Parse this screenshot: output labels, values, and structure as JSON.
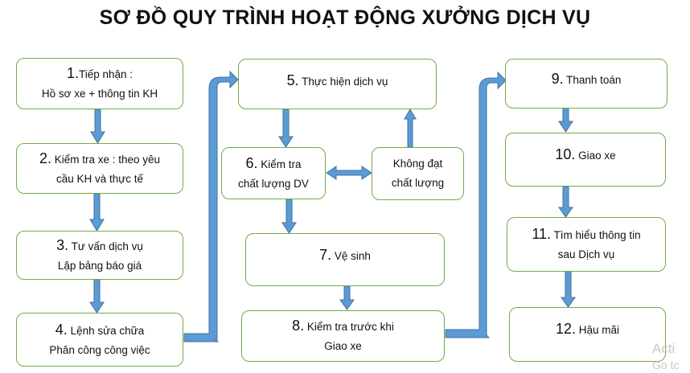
{
  "title": "SƠ ĐỒ QUY TRÌNH HOẠT ĐỘNG XƯỞNG DỊCH VỤ",
  "steps": [
    {
      "num": "1.",
      "line1": "Tiếp nhận :",
      "line2": "Hồ sơ xe + thông tin KH"
    },
    {
      "num": "2.",
      "line1": " Kiểm tra xe : theo yêu",
      "line2": "cầu KH và thực tế"
    },
    {
      "num": "3.",
      "line1": " Tư vấn dịch vụ",
      "line2": "Lập bảng báo giá"
    },
    {
      "num": "4.",
      "line1": " Lệnh sửa chữa",
      "line2": "Phân công công việc"
    },
    {
      "num": "5.",
      "line1": " Thực hiện dịch vụ",
      "line2": ""
    },
    {
      "num": "6.",
      "line1": " Kiểm tra",
      "line2": "chất lượng DV"
    },
    {
      "num": "",
      "line1": "Không đạt",
      "line2": "chất lượng"
    },
    {
      "num": "7.",
      "line1": " Vệ sinh",
      "line2": ""
    },
    {
      "num": "8.",
      "line1": " Kiểm tra trước khi",
      "line2": "Giao xe"
    },
    {
      "num": "9.",
      "line1": " Thanh toán",
      "line2": ""
    },
    {
      "num": "10.",
      "line1": " Giao xe",
      "line2": ""
    },
    {
      "num": "11.",
      "line1": " Tìm hiểu thông tin",
      "line2": "sau Dịch vụ"
    },
    {
      "num": "12.",
      "line1": " Hậu mãi",
      "line2": ""
    }
  ],
  "watermark": {
    "line1": "Acti",
    "line2": "Go tc"
  },
  "colors": {
    "arrow": "#5B9BD5",
    "arrow_border": "#41719C",
    "box_border": "#70AD47"
  }
}
